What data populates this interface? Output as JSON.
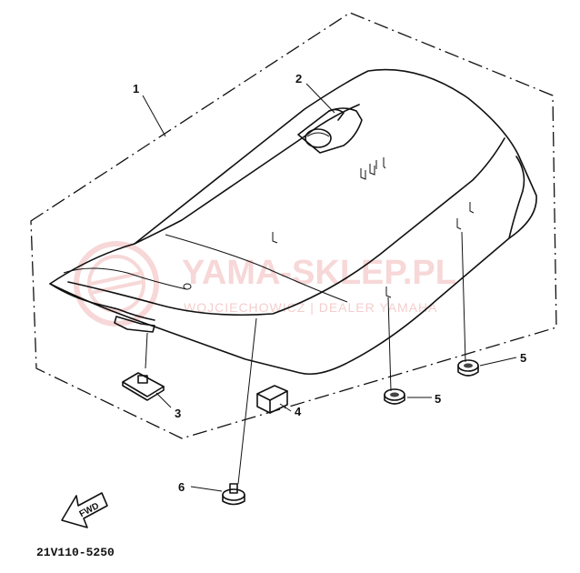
{
  "watermark": {
    "title": "YAMA-SKLEP.PL",
    "subtitle": "WOJCIECHOWICZ | DEALER YAMAHA"
  },
  "callouts": {
    "c1": "1",
    "c2": "2",
    "c3": "3",
    "c4": "4",
    "c5a": "5",
    "c5b": "5",
    "c6": "6"
  },
  "fwd_label": "FWD",
  "diagram_code": "21V110-5250"
}
